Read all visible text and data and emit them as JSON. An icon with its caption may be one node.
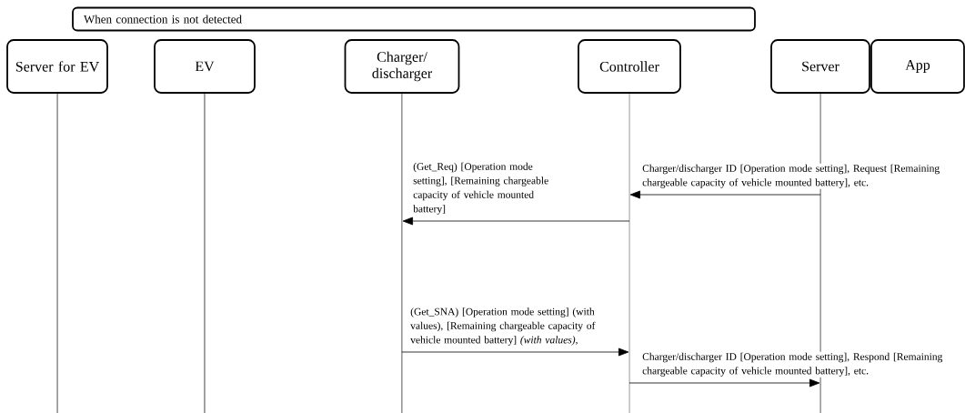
{
  "diagram": {
    "nodes": [
      {
        "text": [
          "When connection is not detected"
        ]
      },
      {
        "text": [
          "Server for EV"
        ]
      },
      {
        "text": [
          "EV"
        ]
      },
      {
        "text": [
          "Charger/ discharger"
        ]
      },
      {
        "text": [
          "Controller"
        ]
      },
      {
        "text": [
          "Server"
        ]
      },
      {
        "text": [
          "App"
        ]
      }
    ],
    "edges": [
      {
        "from": 5,
        "to": 4,
        "arrow": "to",
        "label": "Charger/discharger ID [Operation mode setting], Request [Remaining chargeable capacity of vehicle mounted battery], etc."
      },
      {
        "from": 4,
        "to": 3,
        "arrow": "to",
        "label": "(Get_Req) [Operation mode setting], [Remaining chargeable capacity of vehicle mounted battery]"
      },
      {
        "from": 3,
        "to": 4,
        "arrow": "to",
        "label": "(Get_SNA) [Operation mode setting] (with values), [Remaining chargeable capacity of vehicle mounted battery] *(with values),*"
      },
      {
        "from": 4,
        "to": 5,
        "arrow": "to",
        "label": "Charger/discharger ID [Operation mode setting], Respond [Remaining chargeable capacity of vehicle mounted battery], etc."
      }
    ]
  }
}
